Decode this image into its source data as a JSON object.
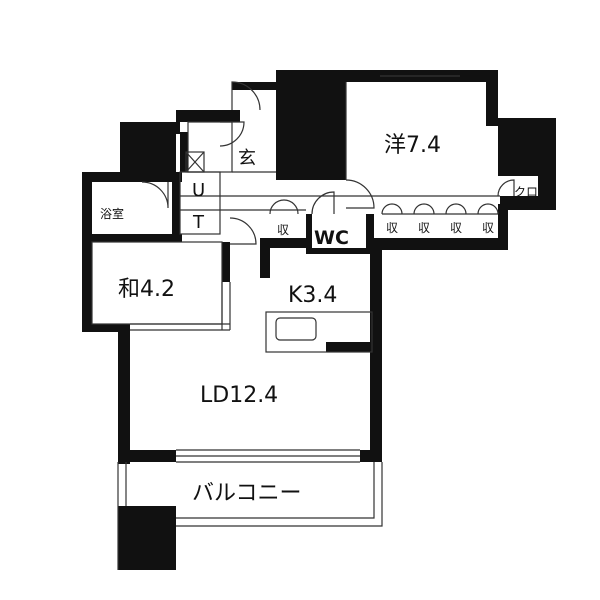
{
  "rooms": {
    "western": "洋7.4",
    "entrance": "玄",
    "bath": "浴室",
    "utility_u": "U",
    "utility_t": "T",
    "japanese": "和4.2",
    "kitchen": "K3.4",
    "wc": "WC",
    "living_dining": "LD12.4",
    "balcony": "バルコニー"
  },
  "storage": {
    "label": "収",
    "closet": "クロ"
  },
  "colors": {
    "wall": "#111111",
    "thin_line": "#333333",
    "background": "#ffffff"
  }
}
